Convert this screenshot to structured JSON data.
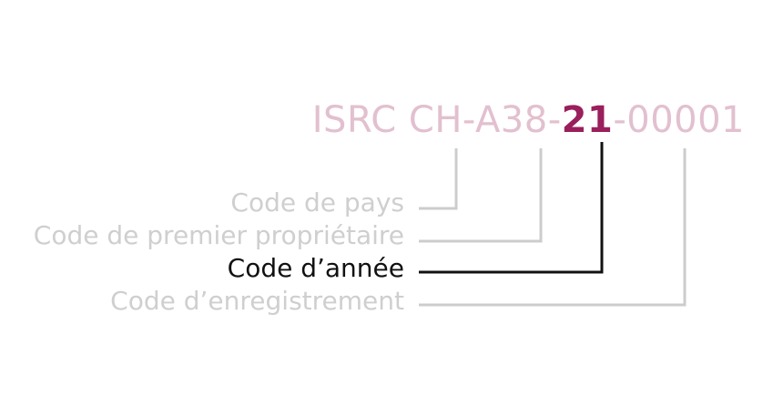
{
  "isrc": {
    "segments": [
      {
        "text": "ISRC CH-A38-",
        "highlight": false
      },
      {
        "text": "21",
        "highlight": true
      },
      {
        "text": "-00001",
        "highlight": false
      }
    ]
  },
  "labels": [
    {
      "text": "Code de pays",
      "active": false
    },
    {
      "text": "Code de premier propriétaire",
      "active": false
    },
    {
      "text": "Code d’année",
      "active": true
    },
    {
      "text": "Code d’enregistrement",
      "active": false
    }
  ],
  "colors": {
    "muted_code": "#e2c0cf",
    "accent_code": "#9a1f5c",
    "muted_label": "#cfcfcf",
    "active_label": "#111111",
    "muted_connector": "#cccccc",
    "active_connector": "#111111"
  }
}
